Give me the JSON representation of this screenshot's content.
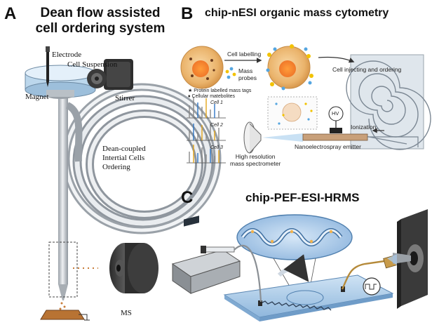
{
  "panel_a": {
    "letter": "A",
    "title_line1": "Dean flow assisted",
    "title_line2": "cell ordering system",
    "labels": {
      "electrode": "Electrode",
      "cell_suspension": "Cell Suspension",
      "magnet": "Magnet",
      "stirrer": "Stirrer",
      "dean_line1": "Dean-coupled",
      "dean_line2": "Intertial Cells",
      "dean_line3": "Ordering",
      "ms": "MS"
    }
  },
  "panel_b": {
    "letter": "B",
    "title": "chip-nESI organic mass cytometry",
    "labels": {
      "cell_labelling": "Cell labelling",
      "mass_probes_line1": "Mass",
      "mass_probes_line2": "probes",
      "cell_injecting": "Cell injecting and ordering",
      "legend_protein": "Protein labelled mass tags",
      "legend_metabolites": "Cellular matebolites",
      "cell1": "Cell 1",
      "cell2": "Cell 2",
      "cell3": "Cell 3",
      "hv": "HV",
      "ionization": "Ionization",
      "nano": "Nanoelectrospray emitter",
      "hrms_line1": "High resolution",
      "hrms_line2": "mass spectrometer"
    }
  },
  "panel_c": {
    "letter": "C",
    "title": "chip-PEF-ESI-HRMS"
  },
  "colors": {
    "tube": "#c9ced4",
    "cell": "#e7b36a",
    "chip_blue": "#9cc3e4",
    "zoom_blue": "#a9c9ea"
  }
}
